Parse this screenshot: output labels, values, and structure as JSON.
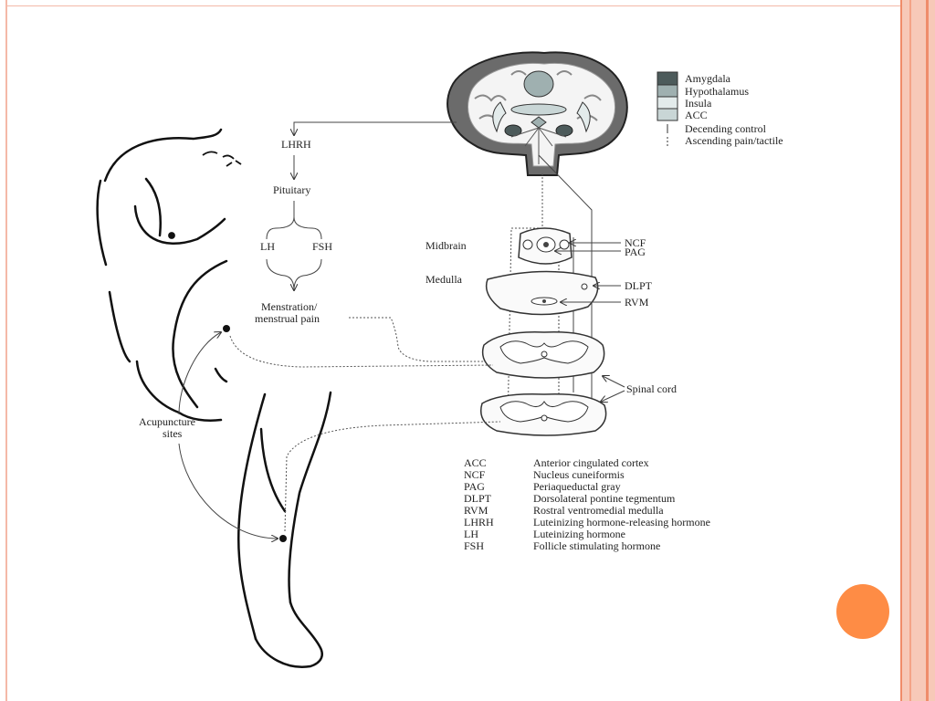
{
  "colors": {
    "frame_accent": "#f08c69",
    "frame_band": "#f7c9b8",
    "accent_dot": "#fe8c45",
    "amygdala": "#4d5b5b",
    "hypothalamus": "#9fb0b0",
    "insula": "#e3ebeb",
    "acc": "#c9d6d6"
  },
  "legend": {
    "items": [
      {
        "label": "Amygdala",
        "color": "#4d5b5b"
      },
      {
        "label": "Hypothalamus",
        "color": "#9fb0b0"
      },
      {
        "label": "Insula",
        "color": "#e3ebeb"
      },
      {
        "label": "ACC",
        "color": "#c9d6d6"
      }
    ],
    "descending": "Decending control",
    "ascending": "Ascending pain/tactile"
  },
  "hormone_path": {
    "lhrh": "LHRH",
    "pituitary": "Pituitary",
    "lh": "LH",
    "fsh": "FSH",
    "menstruation_line1": "Menstration/",
    "menstruation_line2": "menstrual pain"
  },
  "brainstem": {
    "midbrain": "Midbrain",
    "medulla": "Medulla",
    "ncf": "NCF",
    "pag": "PAG",
    "dlpt": "DLPT",
    "rvm": "RVM",
    "spinal_cord": "Spinal cord"
  },
  "acupuncture": {
    "line1": "Acupuncture",
    "line2": "sites"
  },
  "abbreviations": [
    {
      "abbr": "ACC",
      "full": "Anterior cingulated cortex"
    },
    {
      "abbr": "NCF",
      "full": "Nucleus cuneiformis"
    },
    {
      "abbr": "PAG",
      "full": "Periaqueductal gray"
    },
    {
      "abbr": "DLPT",
      "full": "Dorsolateral pontine tegmentum"
    },
    {
      "abbr": "RVM",
      "full": "Rostral ventromedial medulla"
    },
    {
      "abbr": "LHRH",
      "full": "Luteinizing hormone-releasing hormone"
    },
    {
      "abbr": "LH",
      "full": "Luteinizing hormone"
    },
    {
      "abbr": "FSH",
      "full": "Follicle stimulating hormone"
    }
  ]
}
